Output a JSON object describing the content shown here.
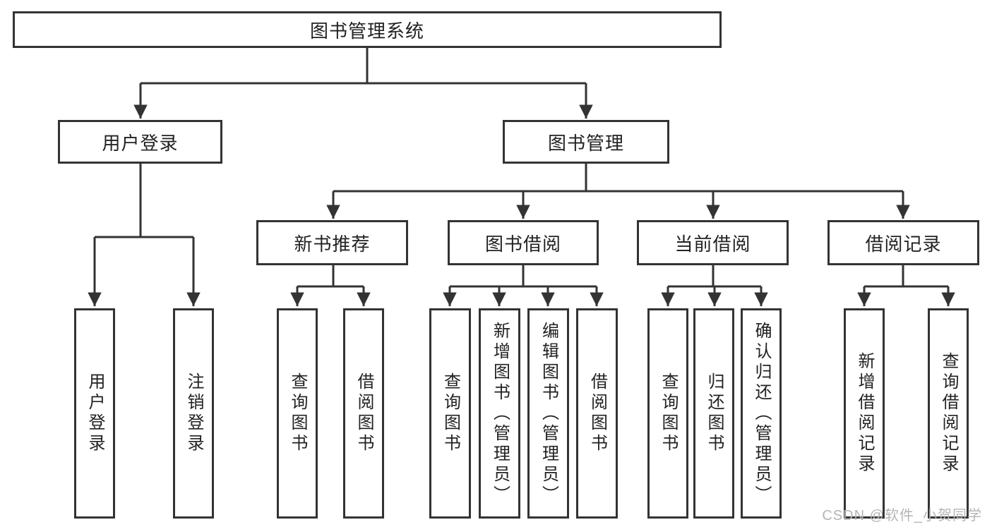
{
  "tree": {
    "label": "图书管理系统",
    "children": [
      {
        "label": "用户登录",
        "children": [
          {
            "label": "用户登录"
          },
          {
            "label": "注销登录"
          }
        ]
      },
      {
        "label": "图书管理",
        "children": [
          {
            "label": "新书推荐",
            "children": [
              {
                "label": "查询图书"
              },
              {
                "label": "借阅图书"
              }
            ]
          },
          {
            "label": "图书借阅",
            "children": [
              {
                "label": "查询图书"
              },
              {
                "label": "新增图书（管理员）"
              },
              {
                "label": "编辑图书（管理员）"
              },
              {
                "label": "借阅图书"
              }
            ]
          },
          {
            "label": "当前借阅",
            "children": [
              {
                "label": "查询图书"
              },
              {
                "label": "归还图书"
              },
              {
                "label": "确认归还（管理员）"
              }
            ]
          },
          {
            "label": "借阅记录",
            "children": [
              {
                "label": "新增借阅记录"
              },
              {
                "label": "查询借阅记录"
              }
            ]
          }
        ]
      }
    ]
  },
  "watermark": {
    "text": "CSDN @软件_小贺同学"
  },
  "colors": {
    "line": "#333333",
    "text": "#222222",
    "watermark": "#b5b5b5",
    "background": "#ffffff"
  }
}
